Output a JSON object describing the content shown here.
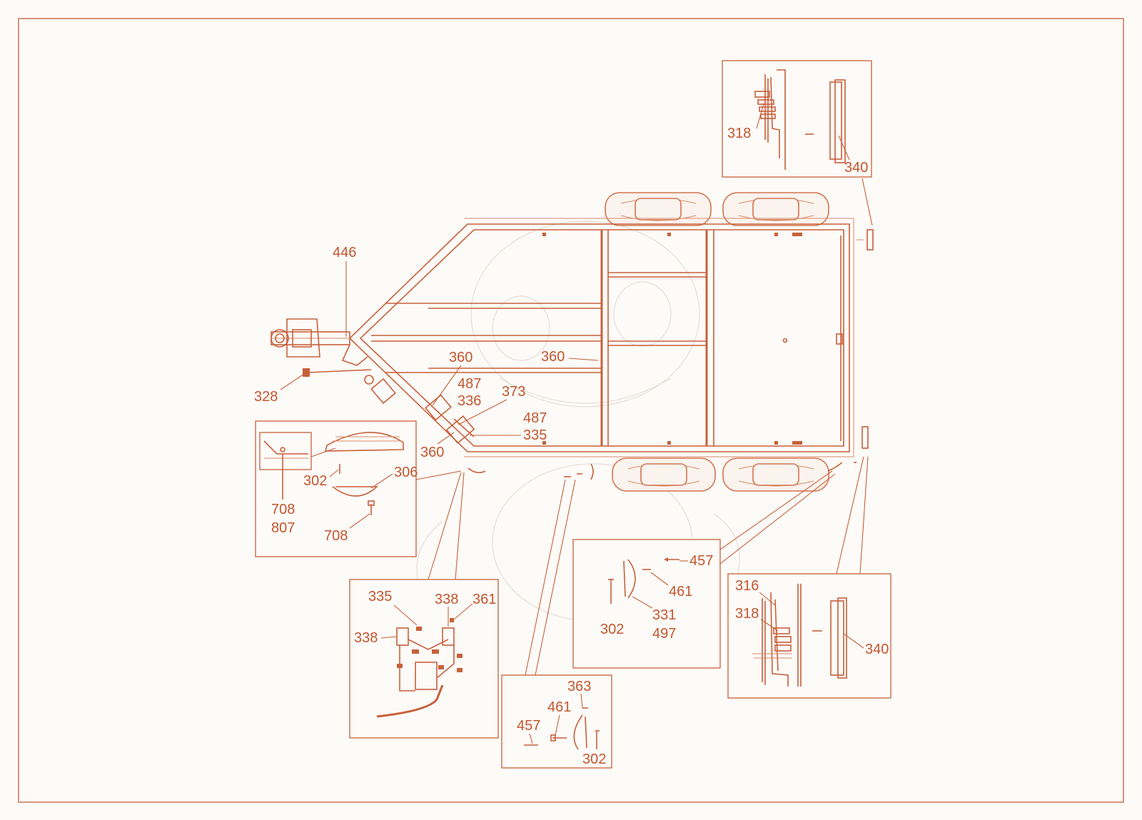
{
  "colors": {
    "line": "#c8603a",
    "label": "#c4552e",
    "background": "#fdfbf8"
  },
  "callouts": [
    {
      "id": "c446",
      "text": "446"
    },
    {
      "id": "c328",
      "text": "328"
    },
    {
      "id": "c360a",
      "text": "360"
    },
    {
      "id": "c360b",
      "text": "360"
    },
    {
      "id": "c360c",
      "text": "360"
    },
    {
      "id": "c487a",
      "text": "487"
    },
    {
      "id": "c336",
      "text": "336"
    },
    {
      "id": "c373",
      "text": "373"
    },
    {
      "id": "c487b",
      "text": "487"
    },
    {
      "id": "c335a",
      "text": "335"
    }
  ],
  "insets": {
    "top_right": {
      "labels": [
        "318",
        "340"
      ]
    },
    "left": {
      "labels": [
        "302",
        "306",
        "708",
        "807",
        "708"
      ]
    },
    "wiring": {
      "labels": [
        "335",
        "338",
        "361",
        "338"
      ]
    },
    "lamp_bottom": {
      "labels": [
        "363",
        "461",
        "457",
        "302"
      ]
    },
    "lamp_right": {
      "labels": [
        "457",
        "461",
        "302",
        "331",
        "497"
      ]
    },
    "right": {
      "labels": [
        "316",
        "318",
        "340"
      ]
    }
  }
}
